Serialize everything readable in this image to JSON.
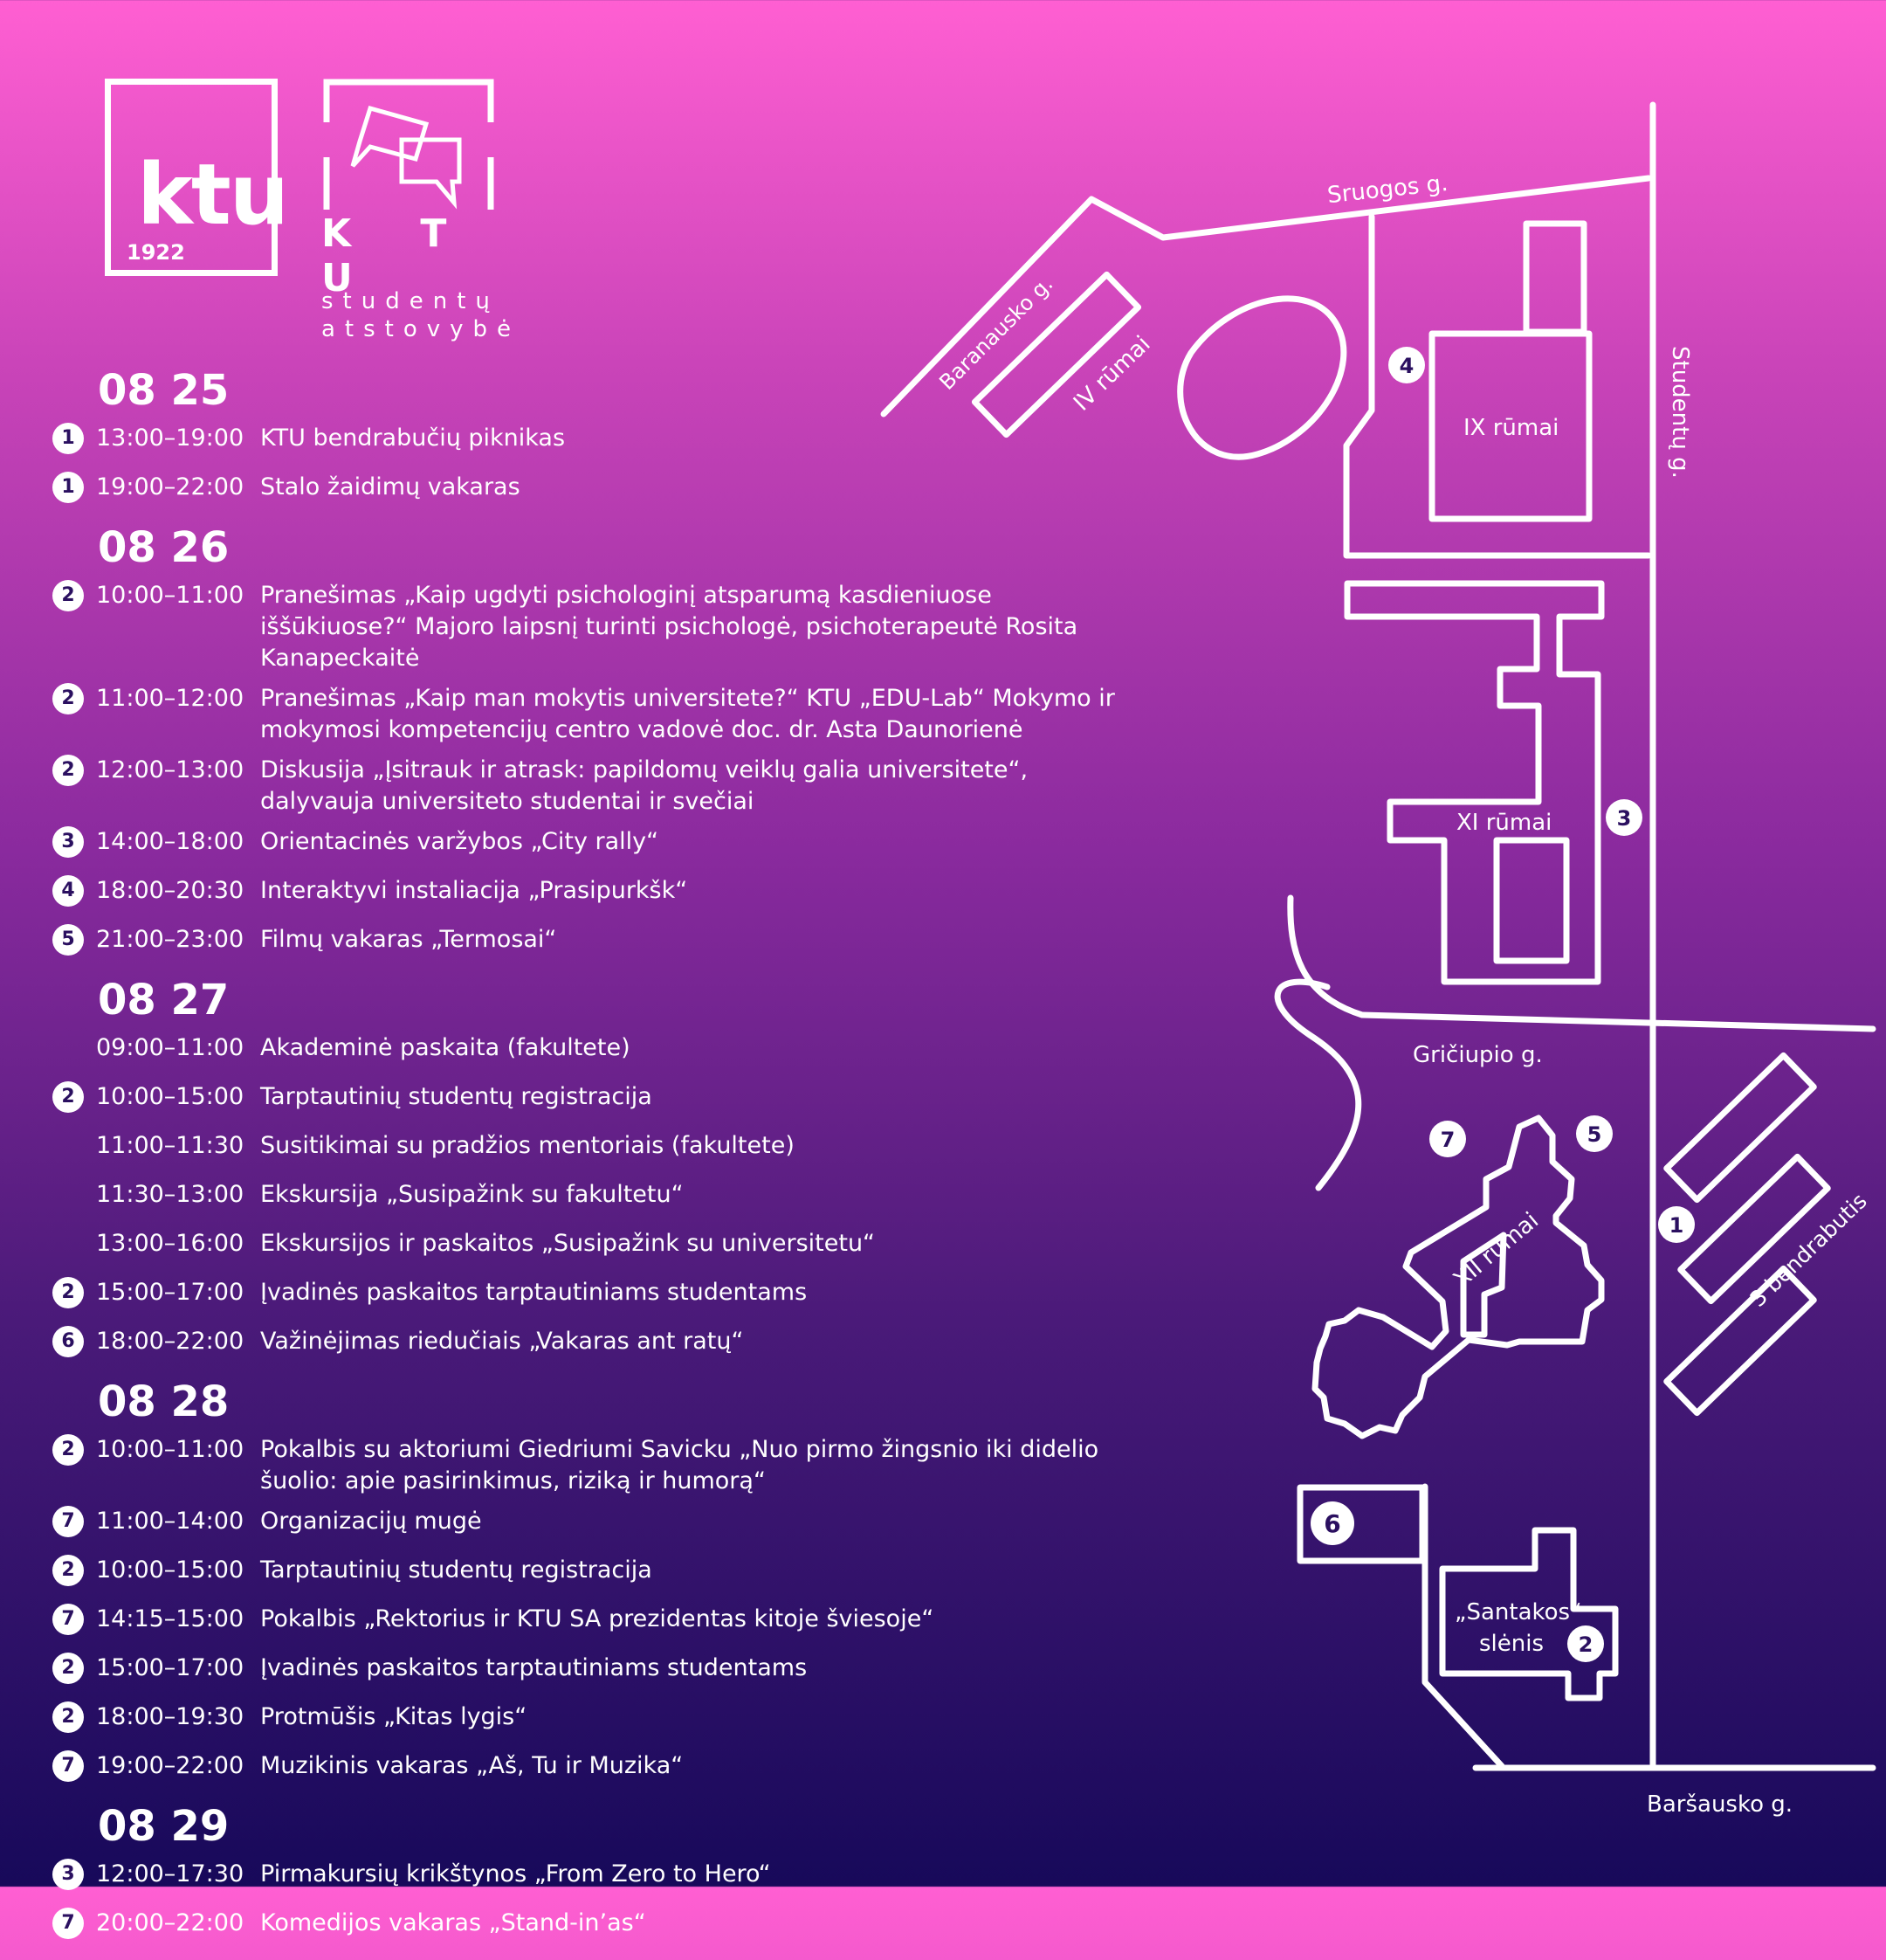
{
  "logo_ktu": {
    "text": "ktu",
    "year": "1922"
  },
  "logo_sa": {
    "letters": "K T U",
    "line1": "studentų",
    "line2": "atstovybė"
  },
  "days": [
    {
      "date": "08 25",
      "events": [
        {
          "badge": "1",
          "time": "13:00–19:00",
          "title": "KTU bendrabučių piknikas"
        },
        {
          "badge": "1",
          "time": "19:00–22:00",
          "title": "Stalo žaidimų vakaras"
        }
      ]
    },
    {
      "date": "08 26",
      "events": [
        {
          "badge": "2",
          "time": "10:00–11:00",
          "title": "Pranešimas „Kaip ugdyti psichologinį atsparumą kasdieniuose iššūkiuose?“ Majoro laipsnį turinti psichologė, psichoterapeutė Rosita Kanapeckaitė"
        },
        {
          "badge": "2",
          "time": "11:00–12:00",
          "title": "Pranešimas „Kaip man mokytis universitete?“ KTU „EDU-Lab“ Mokymo ir mokymosi kompetencijų centro vadovė doc. dr. Asta Daunorienė"
        },
        {
          "badge": "2",
          "time": "12:00–13:00",
          "title": "Diskusija „Įsitrauk ir atrask: papildomų veiklų galia universitete“, dalyvauja universiteto studentai ir svečiai"
        },
        {
          "badge": "3",
          "time": "14:00–18:00",
          "title": "Orientacinės varžybos „City rally“"
        },
        {
          "badge": "4",
          "time": "18:00–20:30",
          "title": "Interaktyvi instaliacija „Prasipurkšk“"
        },
        {
          "badge": "5",
          "time": "21:00–23:00",
          "title": "Filmų vakaras „Termosai“"
        }
      ]
    },
    {
      "date": "08 27",
      "events": [
        {
          "badge": "",
          "time": "09:00–11:00",
          "title": "Akademinė paskaita (fakultete)"
        },
        {
          "badge": "2",
          "time": "10:00–15:00",
          "title": "Tarptautinių studentų registracija"
        },
        {
          "badge": "",
          "time": "11:00–11:30",
          "title": "Susitikimai su pradžios mentoriais (fakultete)"
        },
        {
          "badge": "",
          "time": "11:30–13:00",
          "title": "Ekskursija „Susipažink su fakultetu“"
        },
        {
          "badge": "",
          "time": "13:00–16:00",
          "title": "Ekskursijos ir paskaitos „Susipažink su universitetu“"
        },
        {
          "badge": "2",
          "time": "15:00–17:00",
          "title": "Įvadinės paskaitos tarptautiniams studentams"
        },
        {
          "badge": "6",
          "time": "18:00–22:00",
          "title": "Važinėjimas riedučiais „Vakaras ant ratų“"
        }
      ]
    },
    {
      "date": "08 28",
      "events": [
        {
          "badge": "2",
          "time": "10:00–11:00",
          "title": "Pokalbis su aktoriumi Giedriumi Savicku „Nuo pirmo žingsnio iki didelio šuolio: apie pasirinkimus, riziką ir humorą“"
        },
        {
          "badge": "7",
          "time": "11:00–14:00",
          "title": "Organizacijų mugė"
        },
        {
          "badge": "2",
          "time": "10:00–15:00",
          "title": "Tarptautinių studentų registracija"
        },
        {
          "badge": "7",
          "time": "14:15–15:00",
          "title": "Pokalbis „Rektorius ir KTU SA prezidentas kitoje šviesoje“"
        },
        {
          "badge": "2",
          "time": "15:00–17:00",
          "title": "Įvadinės paskaitos tarptautiniams studentams"
        },
        {
          "badge": "2",
          "time": "18:00–19:30",
          "title": "Protmūšis „Kitas lygis“"
        },
        {
          "badge": "7",
          "time": "19:00–22:00",
          "title": "Muzikinis vakaras „Aš, Tu ir Muzika“"
        }
      ]
    },
    {
      "date": "08 29",
      "events": [
        {
          "badge": "3",
          "time": "12:00–17:30",
          "title": "Pirmakursių krikštynos „From Zero to Hero“"
        },
        {
          "badge": "7",
          "time": "20:00–22:00",
          "title": "Komedijos vakaras „Stand-in’as“"
        }
      ]
    }
  ],
  "map": {
    "streets": {
      "sruogos": "Sruogos g.",
      "baranausko": "Baranausko g.",
      "studentu": "Studentų g.",
      "griciupio": "Gričiupio g.",
      "barsausko": "Baršausko g."
    },
    "buildings": {
      "iv": "IV rūmai",
      "ix": "IX rūmai",
      "xi": "XI rūmai",
      "xii": "XII rūmai",
      "bendrabutis": "3 bendrabutis",
      "santakos_1": "„Santakos“",
      "santakos_2": "slėnis"
    },
    "markers": {
      "m1": "1",
      "m2": "2",
      "m3": "3",
      "m4": "4",
      "m5": "5",
      "m6": "6",
      "m7": "7"
    }
  }
}
